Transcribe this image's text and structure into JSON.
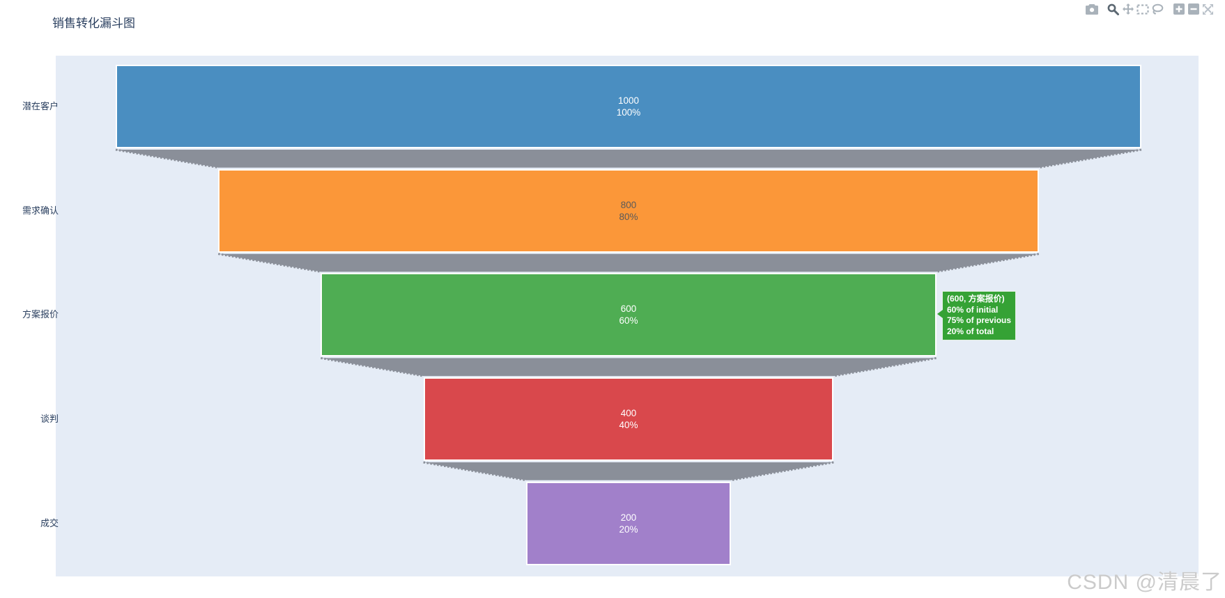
{
  "title": "销售转化漏斗图",
  "watermark": "CSDN @清晨了",
  "colors": {
    "title_text": "#2a3f5f",
    "plot_background": "#e5ecf6",
    "page_background": "#ffffff",
    "connector": "#8a8f99",
    "modebar_icon": "#a9b2ba",
    "modebar_icon_active": "#5b6771",
    "watermark_text": "#cbcbcb"
  },
  "modebar": {
    "icons": [
      {
        "name": "camera",
        "action": "download-plot-as-png"
      },
      {
        "name": "zoom",
        "action": "zoom",
        "active": true
      },
      {
        "name": "pan",
        "action": "pan"
      },
      {
        "name": "box-select",
        "action": "box-select"
      },
      {
        "name": "lasso-select",
        "action": "lasso-select"
      },
      {
        "name": "zoom-in",
        "action": "zoom-in"
      },
      {
        "name": "zoom-out",
        "action": "zoom-out"
      },
      {
        "name": "autoscale",
        "action": "autoscale"
      }
    ]
  },
  "chart_data": {
    "type": "funnel",
    "title": "销售转化漏斗图",
    "stages": [
      "潜在客户",
      "需求确认",
      "方案报价",
      "谈判",
      "成交"
    ],
    "values": [
      1000,
      800,
      600,
      400,
      200
    ],
    "percent_initial": [
      "100%",
      "80%",
      "60%",
      "40%",
      "20%"
    ],
    "bar_colors": [
      "#4a8ec1",
      "#fb9739",
      "#4fad53",
      "#d9484c",
      "#a180ca"
    ],
    "bar_text_colors": [
      "#ffffff",
      "#5a5a5a",
      "#ffffff",
      "#ffffff",
      "#ffffff"
    ],
    "connector_color": "#8a8f99",
    "plot_background": "#e5ecf6",
    "orientation": "horizontal-bars-vertical-funnel",
    "legend": "none",
    "grid": "off"
  },
  "tooltip": {
    "background": "#35a235",
    "lines": [
      "(600, 方案报价)",
      "60% of initial",
      "75% of previous",
      "20% of total"
    ],
    "target_stage": "方案报价"
  }
}
